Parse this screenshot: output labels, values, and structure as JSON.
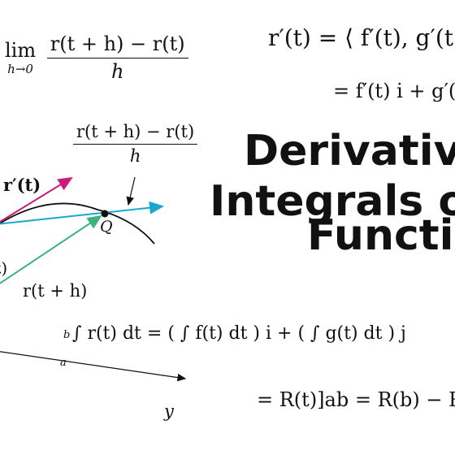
{
  "title": {
    "line1": "Derivatives",
    "line2": "Integrals of",
    "line3": "Functions"
  },
  "formulas": {
    "limit": {
      "lim": "lim",
      "sub": "h→0",
      "num": "r(t + h) − r(t)",
      "den": "h"
    },
    "derivative": "r′(t) = ⟨ f′(t), g′(t) ⟩",
    "derivative_ij": "= f′(t) i + g′(t) j",
    "integral": "∫ r(t) dt = ( ∫ f(t) dt ) i + ( ∫ g(t) dt ) j",
    "integral_limits": {
      "lower": "a",
      "upper": "b"
    },
    "ftc": "= R(t)]ab = R(b) − R(a)"
  },
  "diagram": {
    "fraction_num": "r(t + h) − r(t)",
    "fraction_den": "h",
    "label_rprime": "r′(t)",
    "label_Q": "Q",
    "label_rt": "r(t)",
    "label_rth": "r(t + h)",
    "label_y": "y",
    "colors": {
      "tangent": "#cc1a7a",
      "secant": "#19a7cf",
      "position": "#3cb37d",
      "curve": "#111111"
    }
  }
}
